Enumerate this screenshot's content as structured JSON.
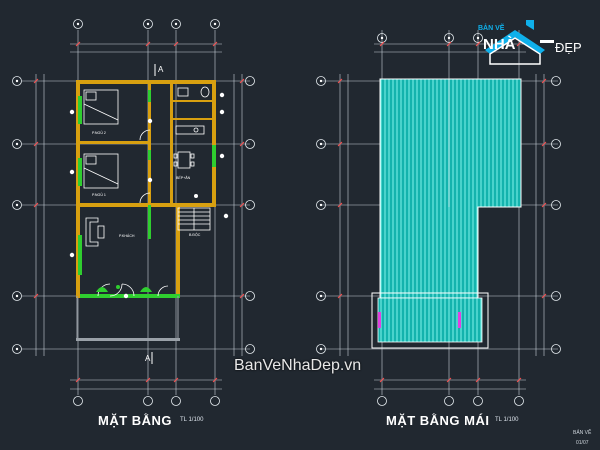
{
  "drawing": {
    "plan_title": "MẶT BẰNG",
    "plan_scale": "TL 1/100",
    "roof_title": "MẶT BẰNG MÁI",
    "roof_scale": "TL 1/100",
    "section_mark": "A"
  },
  "logo": {
    "top": "BẢN VẼ",
    "mid": "NHÀ",
    "right": "ĐẸP"
  },
  "watermark": "BanVeNhaDep.vn",
  "corner": {
    "line1": "BẢN VẼ",
    "line2": "01/07"
  },
  "rooms": {
    "bed2": "P.NGỦ 2",
    "bed1": "P.NGỦ 1",
    "kitchen": "BẾP+ĂN",
    "living": "P.KHÁCH",
    "stair": "B.ĐỘC"
  },
  "colors": {
    "background": "#212830",
    "wall": "#d8a010",
    "green": "#2fce2f",
    "roof": "#14b3ad",
    "roof_line": "#7ff3ec",
    "logo_blue": "#0fb0ea"
  }
}
